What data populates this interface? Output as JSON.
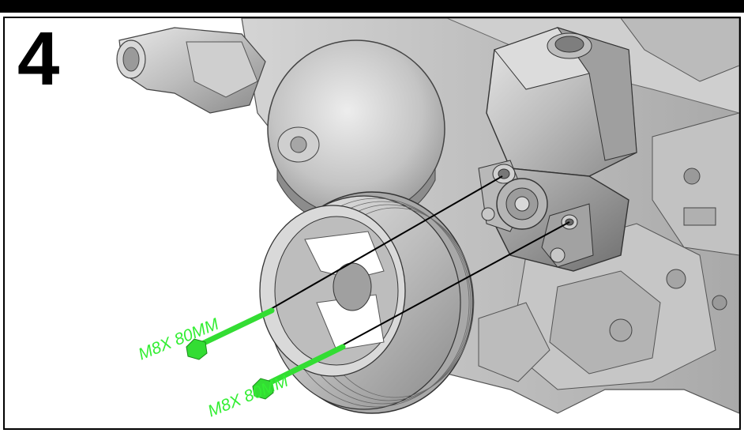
{
  "step": {
    "number": "4"
  },
  "callouts": [
    {
      "text": "M8X 80MM"
    },
    {
      "text": "M8X 80MM"
    }
  ],
  "colors": {
    "bolt_green": "#33ee33",
    "engine_gray": "#c8c8c8",
    "frame": "#000000"
  },
  "icons": [
    "power-steering-pump",
    "crank-pulley",
    "water-pump-pulley",
    "bolt"
  ]
}
